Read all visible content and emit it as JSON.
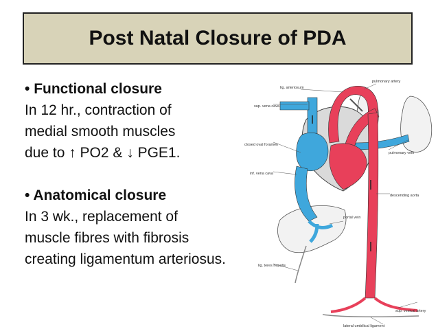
{
  "title": "Post Natal Closure of PDA",
  "functional": {
    "bullet": "•",
    "heading": "Functional closure",
    "lines": [
      "In 12 hr., contraction of",
      "medial smooth muscles",
      "due to ↑ PO2 & ↓ PGE1."
    ]
  },
  "anatomical": {
    "bullet": "•",
    "heading": "Anatomical closure",
    "lines": [
      "In 3 wk., replacement of",
      "muscle fibres with fibrosis",
      "creating ligamentum arteriosus."
    ]
  },
  "diagram": {
    "labels": {
      "lig_arteriosum": "lig. arteriosum",
      "pulmonary_artery": "pulmonary artery",
      "sup_vena_cava": "sup. vena cava",
      "closed_oval_foramen": "closed oval foramen",
      "pulmonary_vein": "pulmonary vein",
      "inf_vena_cava": "inf. vena cava",
      "descending_aorta": "descending aorta",
      "portal_vein": "portal vein",
      "lig_teres_hepatis": "lig. teres hepatis",
      "sup_vesical_artery": "sup. vesical artery",
      "lateral_umbilical_ligament": "lateral umbilical ligament"
    },
    "colors": {
      "artery": "#e8405a",
      "vein": "#3fa7dc",
      "organ": "#f2f2f2"
    }
  }
}
